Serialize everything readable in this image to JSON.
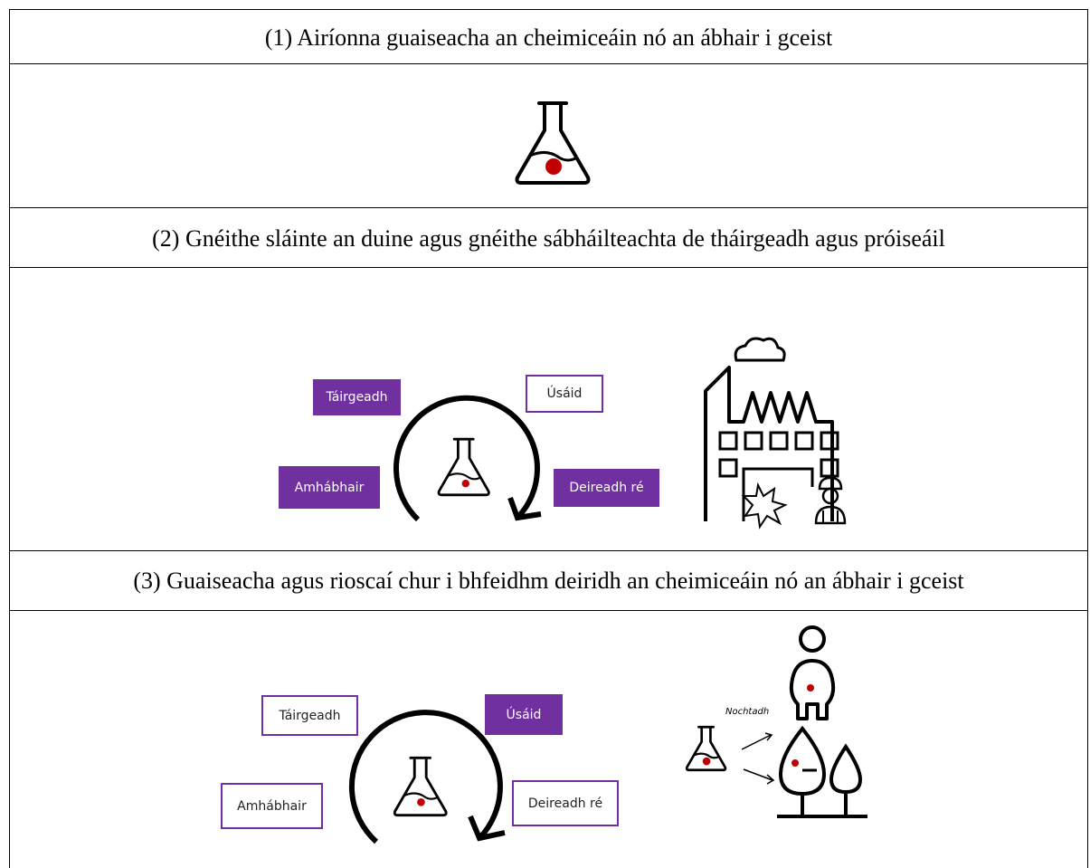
{
  "rows": [
    {
      "heading": "(1) Airíonna guaiseacha an cheimiceáin nó an ábhair i gceist"
    },
    {
      "heading": "(2) Gnéithe sláinte an duine agus gnéithe sábháilteachta de tháirgeadh agus próiseáil"
    },
    {
      "heading": "(3) Guaiseacha agus rioscaí chur i bhfeidhm deiridh an cheimiceáin nó an ábhair i gceist"
    }
  ],
  "lifecycle_2": {
    "production": "Táirgeadh",
    "use": "Úsáid",
    "raw_materials": "Amhábhair",
    "end_of_life": "Deireadh ré"
  },
  "lifecycle_3": {
    "production": "Táirgeadh",
    "use": "Úsáid",
    "raw_materials": "Amhábhair",
    "end_of_life": "Deireadh ré"
  },
  "exposure_label": "Nochtadh",
  "colors": {
    "purple": "#7030a0",
    "red_dot": "#c00000",
    "line": "#000000"
  },
  "icons": [
    "flask-icon",
    "factory-icon",
    "explosion-icon",
    "worker-icon",
    "person-icon",
    "tree-icon",
    "cloud-icon"
  ]
}
